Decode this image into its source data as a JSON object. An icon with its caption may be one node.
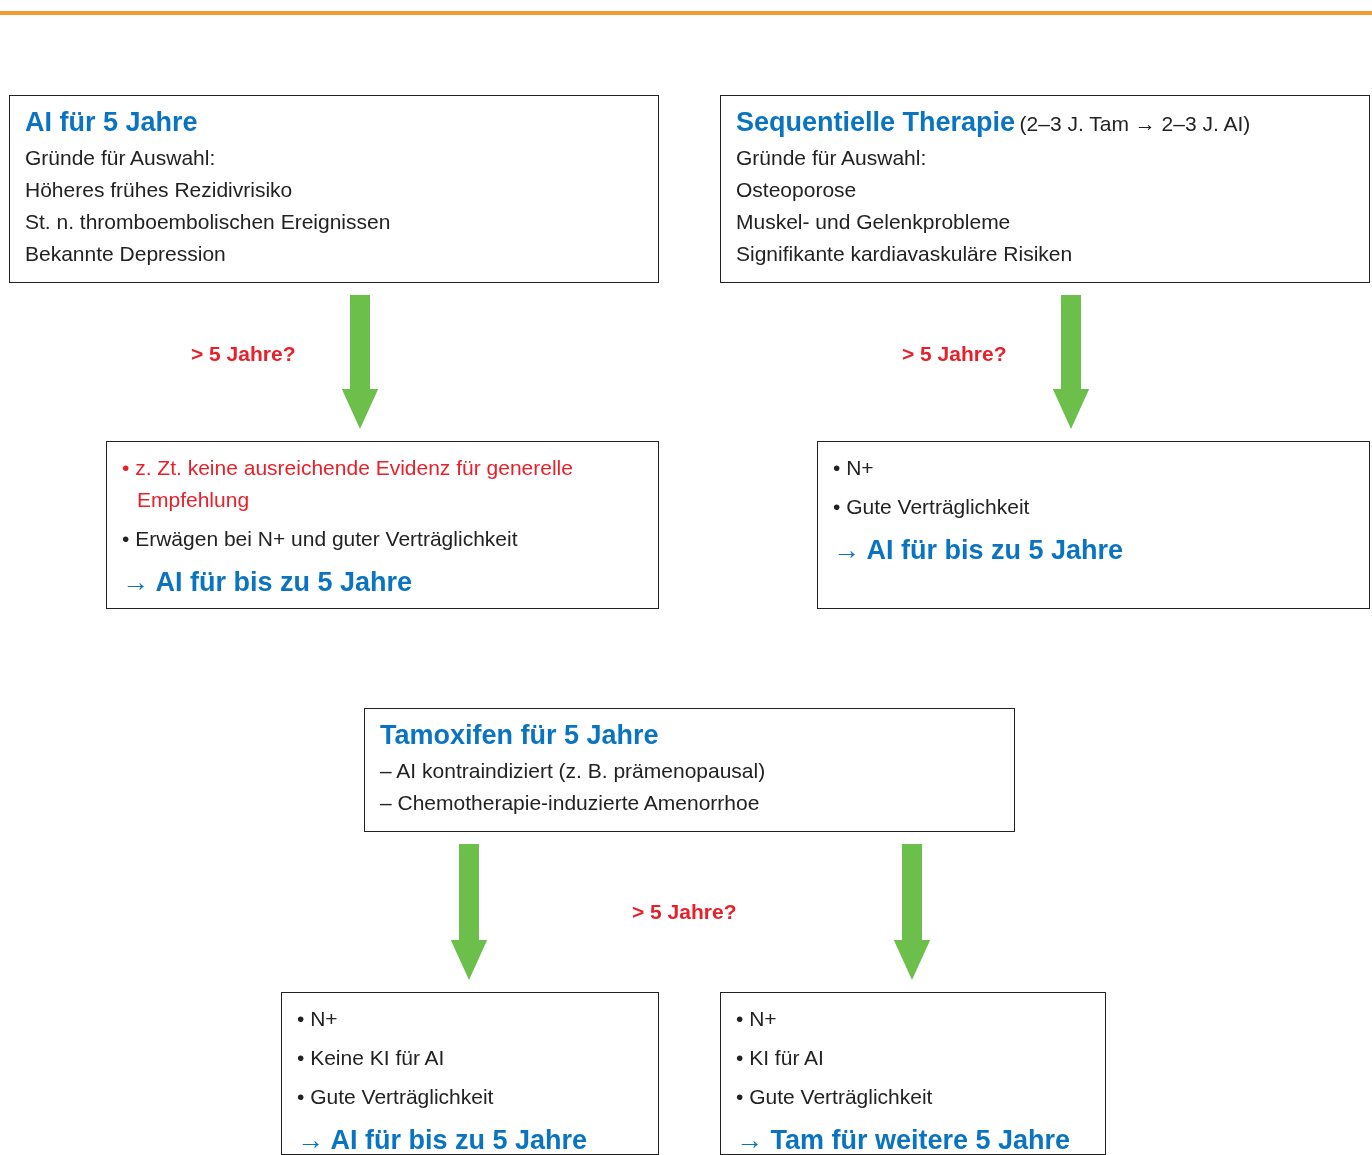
{
  "diagram": {
    "nodes": [
      {
        "text": [
          "AI für 5 Jahre",
          "Gründe für Auswahl:",
          "Höheres frühes Rezidivrisiko",
          "St. n. thromboembolischen Ereignissen",
          "Bekannte Depression"
        ]
      },
      {
        "text": [
          "Sequentielle Therapie",
          "(2–3 J. Tam → 2–3 J. AI)",
          "Gründe für Auswahl:",
          "Osteoporose",
          "Muskel- und Gelenkprobleme",
          "Signifikante kardiavaskuläre Risiken"
        ]
      },
      {
        "text": [
          "• z. Zt. keine ausreichende Evidenz für generelle Empfehlung",
          "• Erwägen bei N+ und guter Verträglichkeit",
          "→ AI für bis zu 5 Jahre"
        ]
      },
      {
        "text": [
          "• N+",
          "• Gute Verträglichkeit",
          "→ AI für bis zu 5 Jahre"
        ]
      },
      {
        "text": [
          "Tamoxifen für 5 Jahre",
          "– AI kontraindiziert (z. B. prämenopausal)",
          "– Chemotherapie-induzierte Amenorrhoe"
        ]
      },
      {
        "text": [
          "• N+",
          "• Keine KI für AI",
          "• Gute Verträglichkeit",
          "→ AI für bis zu 5 Jahre"
        ]
      },
      {
        "text": [
          "• N+",
          "• KI für AI",
          "• Gute Verträglichkeit",
          "→ Tam für weitere 5 Jahre"
        ]
      }
    ],
    "edges": [
      {
        "from": 0,
        "to": 2,
        "arrow": "to",
        "label": "> 5 Jahre?"
      },
      {
        "from": 1,
        "to": 3,
        "arrow": "to",
        "label": "> 5 Jahre?"
      },
      {
        "from": 4,
        "to": 5,
        "arrow": "to"
      },
      {
        "from": 4,
        "to": 6,
        "arrow": "to"
      }
    ],
    "labels": [
      "> 5 Jahre?"
    ]
  }
}
